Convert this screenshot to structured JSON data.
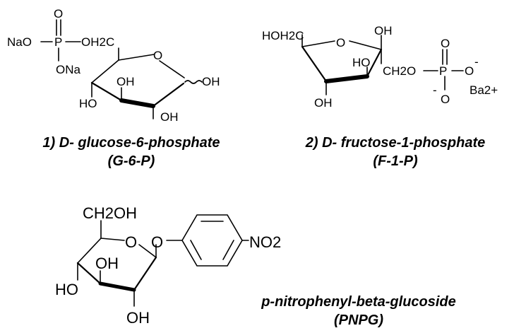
{
  "colors": {
    "g6p": "#333399",
    "f1p": "#ee3a3a",
    "pnpg": "#1fa84a"
  },
  "g6p": {
    "atoms": {
      "o_top": "O",
      "nao": "NaO",
      "p": "P",
      "oh2c": "OH2C",
      "ona": "ONa",
      "ring_o": "O",
      "oh_anomeric": "OH",
      "oh_c3": "OH",
      "ho_c4": "HO",
      "oh_c2": "OH"
    },
    "caption_line1": "1) D- glucose-6-phosphate",
    "caption_line2": "(G-6-P)"
  },
  "f1p": {
    "atoms": {
      "hoh2c": "HOH2C",
      "ring_o": "O",
      "oh_top": "OH",
      "ho_mid": "HO",
      "oh_bottom": "OH",
      "ch2o": "CH2O",
      "p": "P",
      "o_dbl": "O",
      "o_minus_right": "O",
      "o_minus_bottom": "O",
      "minus": "-",
      "ba": "Ba2+"
    },
    "caption_line1": "2) D- fructose-1-phosphate",
    "caption_line2": "(F-1-P)"
  },
  "pnpg": {
    "atoms": {
      "ch2oh": "CH2OH",
      "ring_o": "O",
      "link_o": "O",
      "no2": "NO2",
      "oh_c3": "OH",
      "ho_c4": "HO",
      "oh_c2": "OH"
    },
    "caption_line1": "p-nitrophenyl-beta-glucoside",
    "caption_line2": "(PNPG)"
  }
}
